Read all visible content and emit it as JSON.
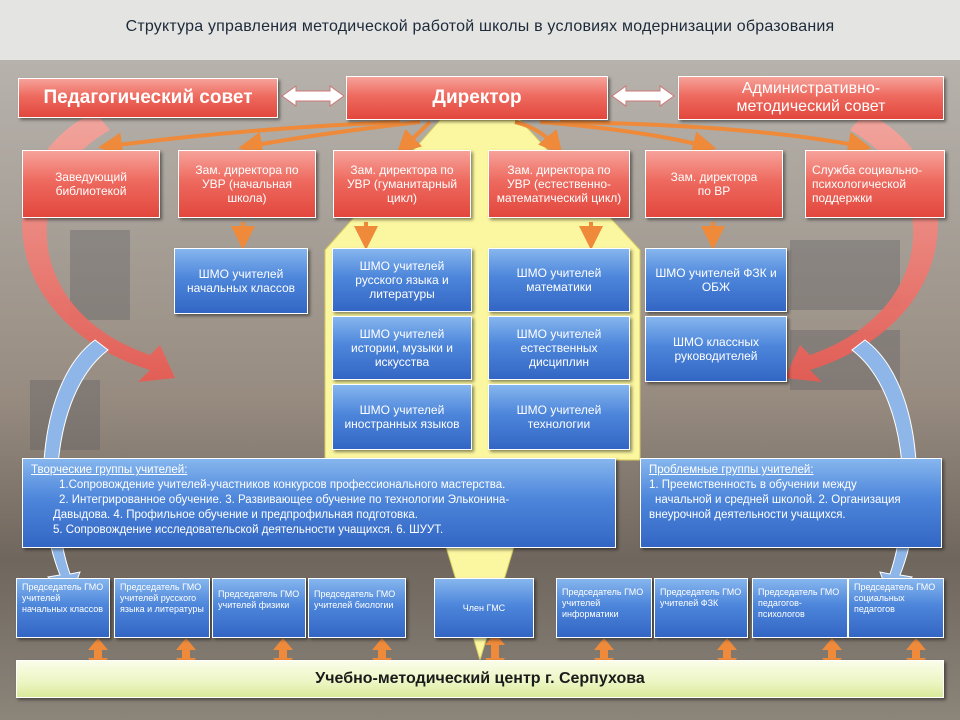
{
  "title": "Структура управления методической работой школы в условиях модернизации образования",
  "top": {
    "left": "Педагогический совет",
    "center": "Директор",
    "right": "Административно-методический совет"
  },
  "deputies": [
    "Заведующий библиотекой",
    "Зам. директора по УВР (начальная школа)",
    "Зам. директора по УВР (гуманитарный цикл)",
    "Зам. директора по УВР (естественно-математический цикл)",
    "Зам. директора по ВР",
    "Служба социально-психологической поддержки"
  ],
  "shmo": {
    "col1": [
      "ШМО учителей начальных классов"
    ],
    "col2": [
      "ШМО учителей русского языка и литературы",
      "ШМО учителей истории, музыки и искусства",
      "ШМО учителей иностранных языков"
    ],
    "col3": [
      "ШМО учителей математики",
      "ШМО учителей естественных дисциплин",
      "ШМО учителей технологии"
    ],
    "col4": [
      "ШМО учителей ФЗК и ОБЖ",
      "ШМО классных руководителей"
    ]
  },
  "creative_groups": {
    "title": "Творческие группы учителей:",
    "lines": [
      "1.Сопровождение учителей-участников конкурсов профессионального мастерства.",
      "2. Интегрированное обучение. 3. Развивающее обучение по технологии Эльконина-",
      "Давыдова. 4. Профильное обучение и предпрофильная подготовка.",
      "5. Сопровождение исследовательской деятельности учащихся. 6. ШУУТ."
    ]
  },
  "problem_groups": {
    "title": "Проблемные группы учителей:",
    "lines": [
      "1. Преемственность в обучении между",
      "начальной и средней школой. 2. Организация",
      "внеурочной деятельности учащихся."
    ]
  },
  "chairs": [
    "Председатель ГМО учителей начальных классов",
    "Председатель ГМО учителей русского языка и литературы",
    "Председатель ГМО учителей физики",
    "Председатель ГМО учителей биологии",
    "Член ГМС",
    "Председатель ГМО учителей информатики",
    "Председатель ГМО учителей ФЗК",
    "Председатель ГМО педагогов-психологов",
    "Председатель ГМО социальных педагогов"
  ],
  "bottom": "Учебно-методический центр г. Серпухова",
  "colors": {
    "red_box": "#e2473d",
    "blue_box": "#3366c4",
    "green_box": "#ecf5c2",
    "arrow_orange": "#ee8a3a",
    "yellow_trap": "#fbf7a0"
  }
}
